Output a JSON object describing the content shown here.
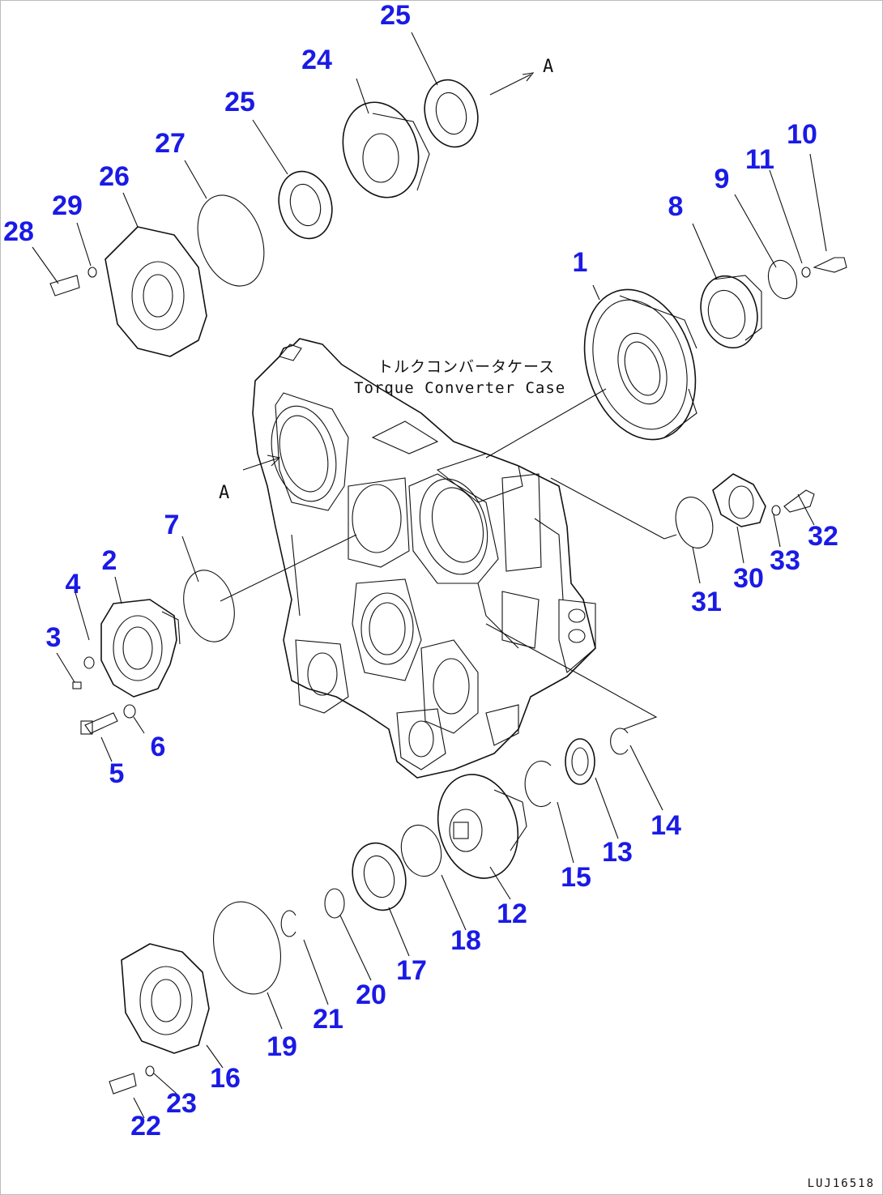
{
  "diagram": {
    "caption_jp": "トルクコンバータケース",
    "caption_en": "Torque Converter Case",
    "marker_a": "A",
    "marker_a_return": "A",
    "drawing_code": "LUJ16518",
    "label_color": "#1a1ae6",
    "labels": [
      "1",
      "2",
      "3",
      "4",
      "5",
      "6",
      "7",
      "8",
      "9",
      "10",
      "11",
      "12",
      "13",
      "14",
      "15",
      "16",
      "17",
      "18",
      "19",
      "20",
      "21",
      "22",
      "23",
      "24",
      "25",
      "25",
      "26",
      "27",
      "28",
      "29",
      "30",
      "31",
      "32",
      "33"
    ]
  }
}
